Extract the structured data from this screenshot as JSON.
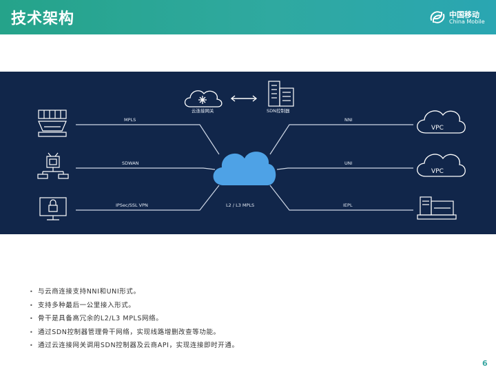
{
  "header": {
    "title": "技术架构",
    "logo_cn": "中国移动",
    "logo_en": "China Mobile"
  },
  "diagram": {
    "top_left_label": "云连接网关",
    "top_right_label": "SDN控制器",
    "lines": {
      "mpls": "MPLS",
      "sdwan": "SDWAN",
      "ipsec": "IPSec/SSL VPN",
      "nni": "NNI",
      "uni": "UNI",
      "iepl": "IEPL",
      "backbone": "L2 / L3 MPLS"
    },
    "vpc_label": "VPC",
    "colors": {
      "background": "#11264a",
      "line": "#cfd8e6",
      "cloud": "#4ea2e6",
      "icon": "#ffffff"
    }
  },
  "bullets": [
    "与云商连接支持NNI和UNI形式。",
    "支持多种最后一公里接入形式。",
    "骨干是具备高冗余的L2/L3 MPLS网络。",
    "通过SDN控制器管理骨干网络，实现线路增删改查等功能。",
    "通过云连接网关调用SDN控制器及云商API，实现连接即时开通。"
  ],
  "bullet_marker": "•",
  "page_number": "6"
}
